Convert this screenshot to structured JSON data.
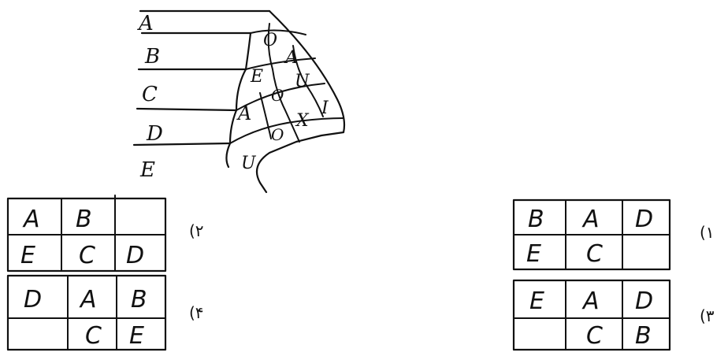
{
  "fan": {
    "row_labels": [
      "A",
      "B",
      "C",
      "D",
      "E"
    ],
    "cell_letters": [
      "O",
      "A",
      "E",
      "U",
      "O",
      "A",
      "I",
      "X",
      "O",
      "U"
    ]
  },
  "options": [
    {
      "number": "(۱",
      "cells": [
        [
          "B",
          "A",
          "D"
        ],
        [
          "E",
          "C",
          ""
        ]
      ]
    },
    {
      "number": "(۲",
      "cells": [
        [
          "A",
          "B",
          ""
        ],
        [
          "E",
          "C",
          "D"
        ]
      ]
    },
    {
      "number": "(۳",
      "cells": [
        [
          "E",
          "A",
          "D"
        ],
        [
          "",
          "C",
          "B"
        ]
      ]
    },
    {
      "number": "(۴",
      "cells": [
        [
          "D",
          "A",
          "B"
        ],
        [
          "",
          "C",
          "E"
        ]
      ]
    }
  ]
}
